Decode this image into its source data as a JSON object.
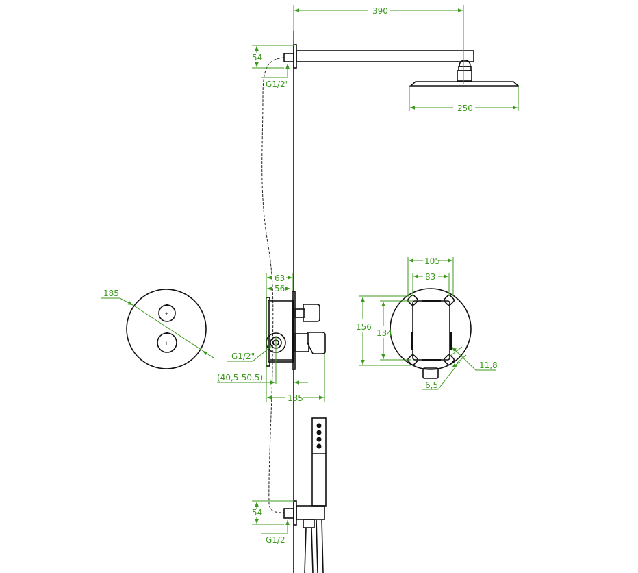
{
  "title": "Shower set technical drawing",
  "colors": {
    "dimension": "#3c9a1e",
    "line": "#111111"
  },
  "dimensions": {
    "arm_length": "390",
    "head_width": "250",
    "top_outlet_height": "54",
    "top_thread": "G1/2\"",
    "plate_diameter": "185",
    "valve_depth_63": "63",
    "valve_depth_56": "56",
    "valve_thread": "G1/2\"",
    "install_range": "(40,5-50,5)",
    "valve_total": "135",
    "box_105": "105",
    "box_83": "83",
    "box_156": "156",
    "box_134": "134",
    "hole_11_8": "11,8",
    "hole_6_5": "6,5",
    "bottom_outlet_height": "54",
    "bottom_thread": "G1/2"
  }
}
